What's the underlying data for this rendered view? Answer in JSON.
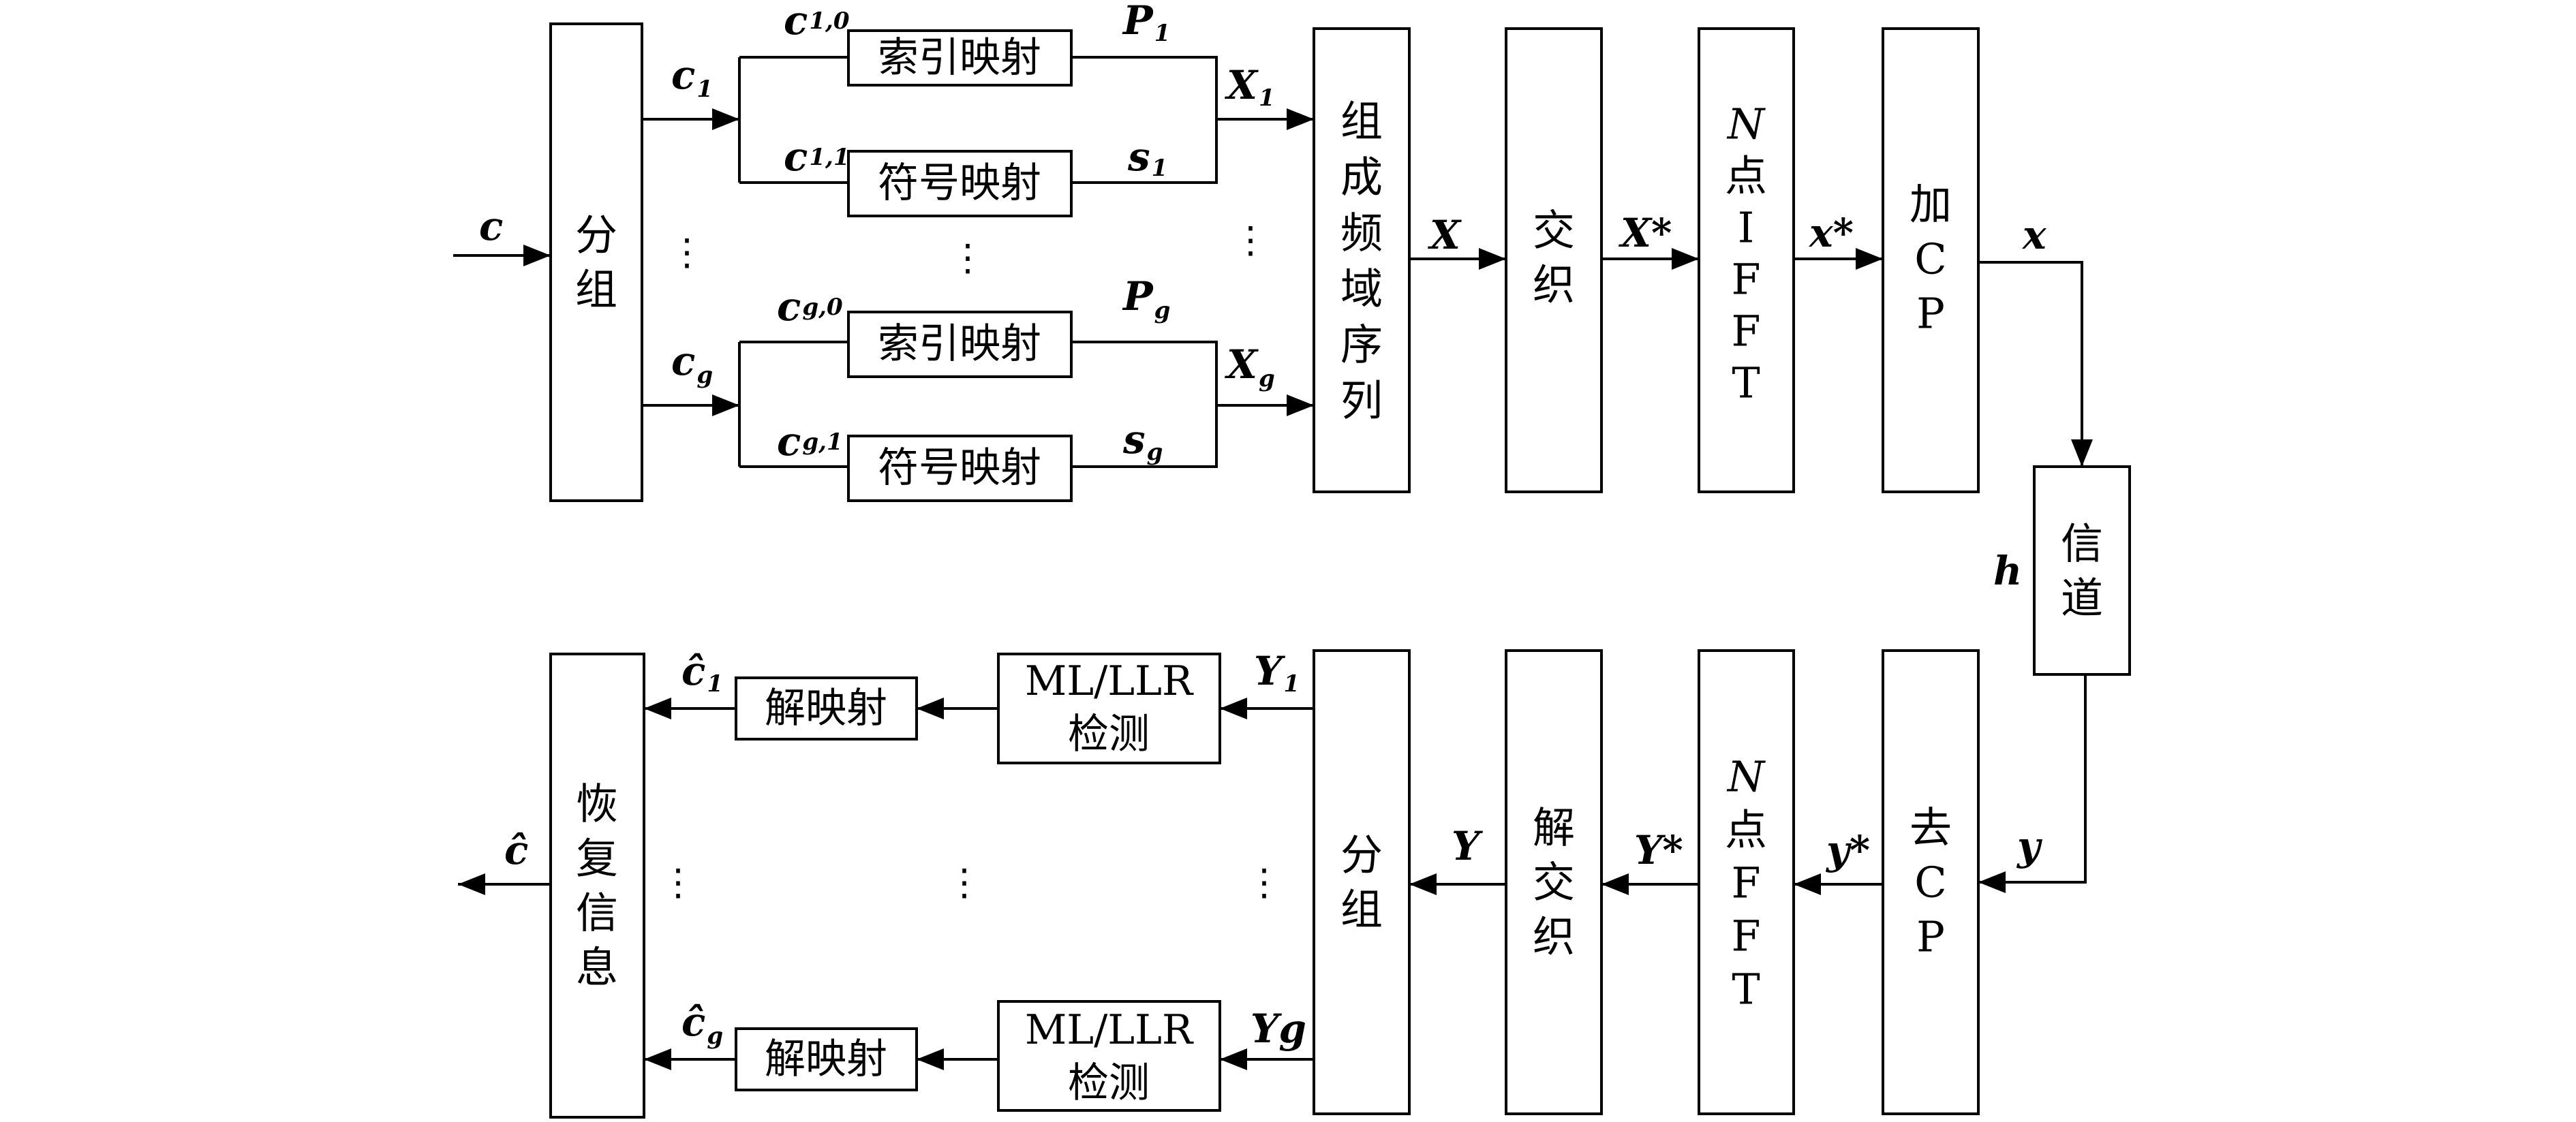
{
  "colors": {
    "stroke": "#000000",
    "background": "#ffffff"
  },
  "tx": {
    "group_block": [
      "分",
      "组"
    ],
    "index_map_label": "索引映射",
    "symbol_map_label": "符号映射",
    "compose_block": [
      "组",
      "成",
      "频",
      "域",
      "序",
      "列"
    ],
    "interleave_block": [
      "交",
      "织"
    ],
    "ifft_block": [
      "N",
      "点",
      "I",
      "F",
      "F",
      "T"
    ],
    "add_cp_block": [
      "加",
      "C",
      "P"
    ]
  },
  "channel": {
    "block": [
      "信",
      "道"
    ],
    "h": "h"
  },
  "rx": {
    "remove_cp_block": [
      "去",
      "C",
      "P"
    ],
    "fft_block": [
      "N",
      "点",
      "F",
      "F",
      "T"
    ],
    "deinterleave_block": [
      "解",
      "交",
      "织"
    ],
    "group_block": [
      "分",
      "组"
    ],
    "detect_label_1": "ML/LLR",
    "detect_label_2": "检测",
    "demap_label": "解映射",
    "recover_block": [
      "恢",
      "复",
      "信",
      "息"
    ]
  },
  "signals": {
    "c": "c",
    "c1": "c",
    "c1_sub": "1",
    "c10": "c",
    "c10_sub": "1,0",
    "c11": "c",
    "c11_sub": "1,1",
    "cg": "c",
    "cg_sub": "g",
    "cg0": "c",
    "cg0_sub": "g,0",
    "cg1": "c",
    "cg1_sub": "g,1",
    "P1": "P",
    "P1_sub": "1",
    "s1": "s",
    "s1_sub": "1",
    "Pg": "P",
    "Pg_sub": "g",
    "sg": "s",
    "sg_sub": "g",
    "X1": "X",
    "X1_sub": "1",
    "Xg": "X",
    "Xg_sub": "g",
    "X": "X",
    "Xstar": "X*",
    "xstar": "x*",
    "x": "x",
    "y": "y",
    "ystar": "y*",
    "Ystar": "Y*",
    "Y": "Y",
    "Y1": "Y",
    "Y1_sub": "1",
    "Yg": "Yg",
    "chat1": "ĉ",
    "chat1_sub": "1",
    "chatg": "ĉ",
    "chatg_sub": "g",
    "chat": "ĉ"
  },
  "ellipsis": "⋮"
}
